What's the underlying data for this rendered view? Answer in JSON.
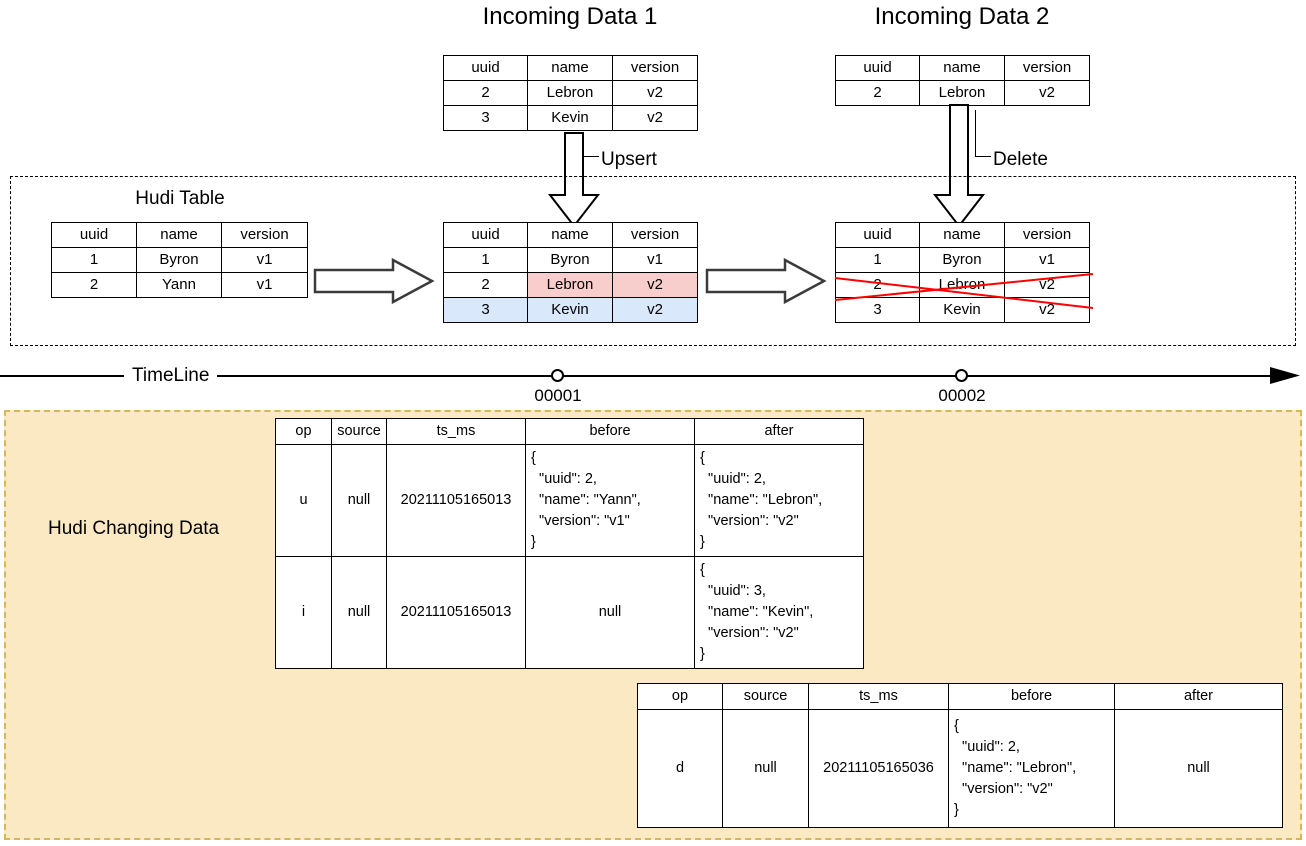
{
  "titles": {
    "incoming1": "Incoming Data 1",
    "incoming2": "Incoming Data 2",
    "hudi_table": "Hudi Table",
    "changing_data": "Hudi Changing Data",
    "timeline": "TimeLine"
  },
  "operations": {
    "upsert": "Upsert",
    "delete": "Delete"
  },
  "timeline": {
    "ticks": [
      {
        "label": "00001"
      },
      {
        "label": "00002"
      }
    ]
  },
  "tables": {
    "incoming1": {
      "headers": [
        "uuid",
        "name",
        "version"
      ],
      "rows": [
        [
          "2",
          "Lebron",
          "v2"
        ],
        [
          "3",
          "Kevin",
          "v2"
        ]
      ]
    },
    "incoming2": {
      "headers": [
        "uuid",
        "name",
        "version"
      ],
      "rows": [
        [
          "2",
          "Lebron",
          "v2"
        ]
      ]
    },
    "hudi_initial": {
      "headers": [
        "uuid",
        "name",
        "version"
      ],
      "rows": [
        [
          "1",
          "Byron",
          "v1"
        ],
        [
          "2",
          "Yann",
          "v1"
        ]
      ]
    },
    "hudi_after_upsert": {
      "headers": [
        "uuid",
        "name",
        "version"
      ],
      "rows": [
        [
          "1",
          "Byron",
          "v1"
        ],
        [
          "2",
          "Lebron",
          "v2"
        ],
        [
          "3",
          "Kevin",
          "v2"
        ]
      ]
    },
    "hudi_after_delete": {
      "headers": [
        "uuid",
        "name",
        "version"
      ],
      "rows": [
        [
          "1",
          "Byron",
          "v1"
        ],
        [
          "2",
          "Lebron",
          "v2"
        ],
        [
          "3",
          "Kevin",
          "v2"
        ]
      ]
    }
  },
  "cdc": {
    "headers": [
      "op",
      "source",
      "ts_ms",
      "before",
      "after"
    ],
    "upsert_rows": [
      {
        "op": "u",
        "source": "null",
        "ts_ms": "20211105165013",
        "before": "{\n  \"uuid\": 2,\n  \"name\": \"Yann\",\n  \"version\": \"v1\"\n}",
        "after": "{\n  \"uuid\": 2,\n  \"name\": \"Lebron\",\n  \"version\": \"v2\"\n}"
      },
      {
        "op": "i",
        "source": "null",
        "ts_ms": "20211105165013",
        "before": "null",
        "after": "{\n  \"uuid\": 3,\n  \"name\": \"Kevin\",\n  \"version\": \"v2\"\n}"
      }
    ],
    "delete_rows": [
      {
        "op": "d",
        "source": "null",
        "ts_ms": "20211105165036",
        "before": "{\n  \"uuid\": 2,\n  \"name\": \"Lebron\",\n  \"version\": \"v2\"\n}",
        "after": "null"
      }
    ]
  },
  "colors": {
    "updated_cell": "#f8cecc",
    "inserted_row": "#dae8fc",
    "deleted_mark": "#ff0000",
    "changing_data_bg": "#fbe9c4",
    "changing_data_border": "#d6b656"
  }
}
